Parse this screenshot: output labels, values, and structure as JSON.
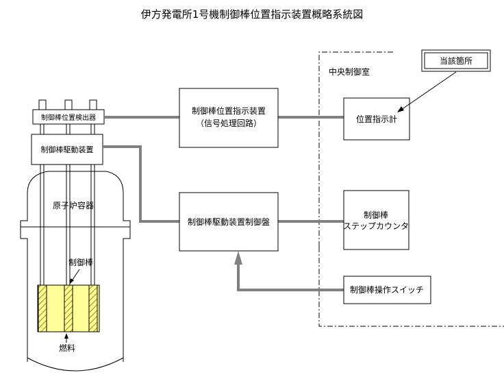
{
  "title": "伊方発電所1号機制御棒位置指示装置概略系統図",
  "labels": {
    "rod_position_detector": "制御棒位置検出器",
    "rod_drive": "制御棒駆動装置",
    "reactor_vessel": "原子炉容器",
    "control_rod": "制御棒",
    "fuel": "燃料",
    "position_indicator_device_line1": "制御棒位置指示装置",
    "position_indicator_device_line2": "（信号処理回路）",
    "drive_control_panel": "制御棒駆動装置制御盤",
    "central_control_room": "中央制御室",
    "position_indicator": "位置指示計",
    "step_counter_line1": "制御棒",
    "step_counter_line2": "ステップカウンタ",
    "operation_switch": "制御棒操作スイッチ",
    "relevant_location": "当該箇所"
  },
  "colors": {
    "line": "#000000",
    "signal": "#808080",
    "fuel_fill": "#ffff99",
    "hatch": "#b8a000"
  }
}
